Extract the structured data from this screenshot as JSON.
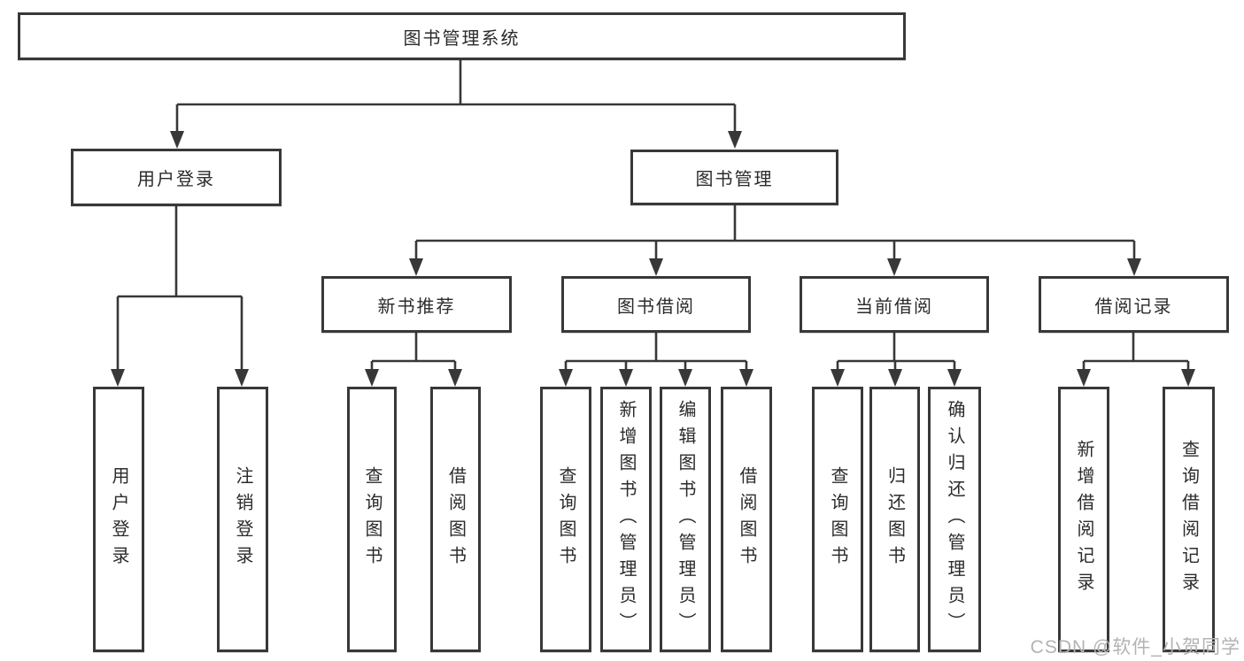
{
  "nodes": {
    "root": "图书管理系统",
    "level2": [
      "用户登录",
      "图书管理"
    ],
    "level3": [
      "新书推荐",
      "图书借阅",
      "当前借阅",
      "借阅记录"
    ],
    "leaves_user_login": [
      "用户登录",
      "注销登录"
    ],
    "leaves_new_book": [
      "查询图书",
      "借阅图书"
    ],
    "leaves_book_borrow": [
      "查询图书",
      "新增图书（管理员）",
      "编辑图书（管理员）",
      "借阅图书"
    ],
    "leaves_current_borrow": [
      "查询图书",
      "归还图书",
      "确认归还（管理员）"
    ],
    "leaves_borrow_record": [
      "新增借阅记录",
      "查询借阅记录"
    ]
  },
  "watermark": "CSDN @软件_小贺同学",
  "colors": {
    "line": "#383838",
    "box_border": "#383838",
    "text": "#2b2b2b",
    "watermark": "#b3b3b3",
    "background": "#ffffff"
  }
}
